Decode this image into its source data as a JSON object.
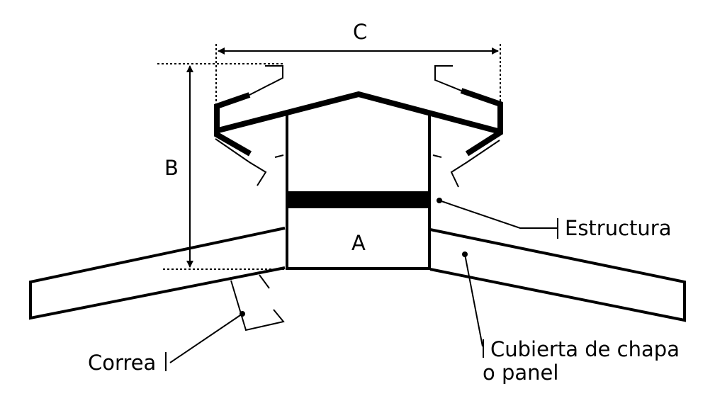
{
  "labels": {
    "dim_a": "A",
    "dim_b": "B",
    "dim_c": "C",
    "estructura": "Estructura",
    "cubierta_line1": "Cubierta de chapa",
    "cubierta_line2": "o panel",
    "correa": "Correa"
  },
  "colors": {
    "ink": "#000000",
    "background": "#ffffff"
  }
}
